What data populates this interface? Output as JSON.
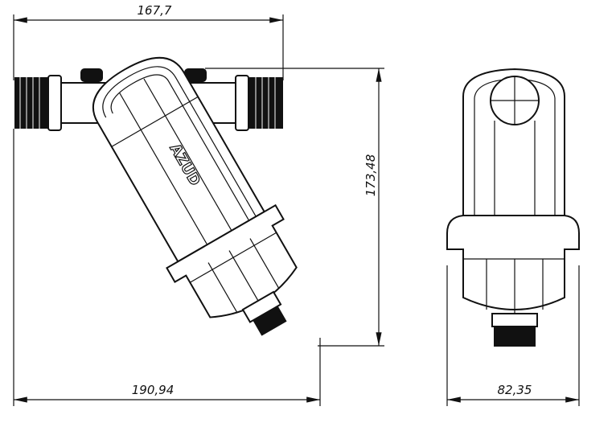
{
  "drawing": {
    "brand_mark": "AZUD",
    "dimensions": {
      "top_width": "167,7",
      "height": "173,48",
      "bottom_width": "190,94",
      "side_width": "82,35"
    },
    "line_color": "#111111"
  }
}
